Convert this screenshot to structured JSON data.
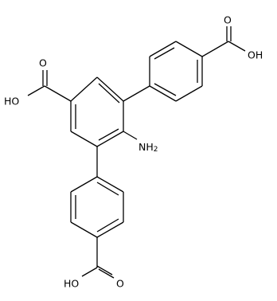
{
  "structure": {
    "labels": {
      "oh_top_right": "OH",
      "o_top_right": "O",
      "oh_upper_left": "HO",
      "o_upper_left": "O",
      "nh2_main": "NH",
      "nh2_sub": "2",
      "oh_bottom": "HO",
      "o_bottom": "O"
    },
    "colors": {
      "bond": "#000000",
      "label": "#000000",
      "background": "#ffffff"
    }
  }
}
